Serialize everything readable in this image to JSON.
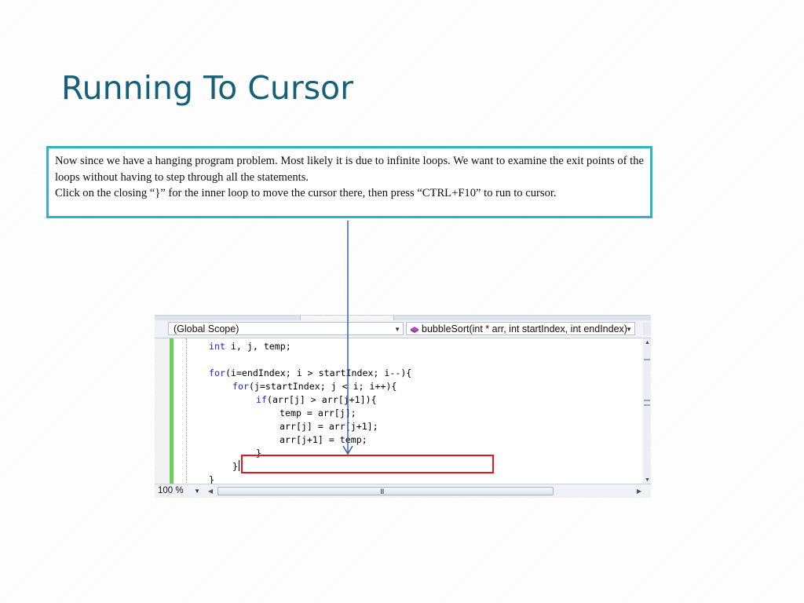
{
  "slide": {
    "title": "Running To Cursor"
  },
  "callout": {
    "line1": "Now since we have a hanging program problem. Most likely it is due to infinite loops. We want to examine the exit points of the loops without having to step through all the statements.",
    "line2": "Click on the closing “}” for the inner loop to move the cursor there, then press “CTRL+F10” to run to cursor."
  },
  "editor": {
    "scope_combo": "(Global Scope)",
    "member_combo": "bubbleSort(int * arr, int startIndex, int endIndex)",
    "zoom": "100 %",
    "scroll_grip": "III",
    "code_lines": [
      {
        "kw": "int",
        "rest": " i, j, temp;"
      },
      {
        "kw": "",
        "rest": ""
      },
      {
        "kw": "for",
        "rest": "(i=endIndex; i > startIndex; i--){"
      },
      {
        "kw": "for",
        "rest": "(j=startIndex; j < i; i++){"
      },
      {
        "kw": "if",
        "rest": "(arr[j] > arr[j+1]){"
      },
      {
        "kw": "",
        "rest": "temp = arr[j];"
      },
      {
        "kw": "",
        "rest": "arr[j] = arr[j+1];"
      },
      {
        "kw": "",
        "rest": "arr[j+1] = temp;"
      },
      {
        "kw": "",
        "rest": "}"
      },
      {
        "kw": "",
        "rest": "}"
      },
      {
        "kw": "",
        "rest": "}"
      }
    ]
  },
  "colors": {
    "title": "#16607a",
    "callout_border": "#2fb3c6",
    "arrow": "#2a55a8",
    "keyword": "#1f27d8",
    "highlight_box": "#e6161b",
    "change_bar": "#6ccf5a"
  },
  "icons": [
    "method-icon",
    "dropdown-arrow-icon",
    "scroll-up-icon",
    "scroll-down-icon",
    "scroll-left-icon",
    "scroll-right-icon"
  ]
}
